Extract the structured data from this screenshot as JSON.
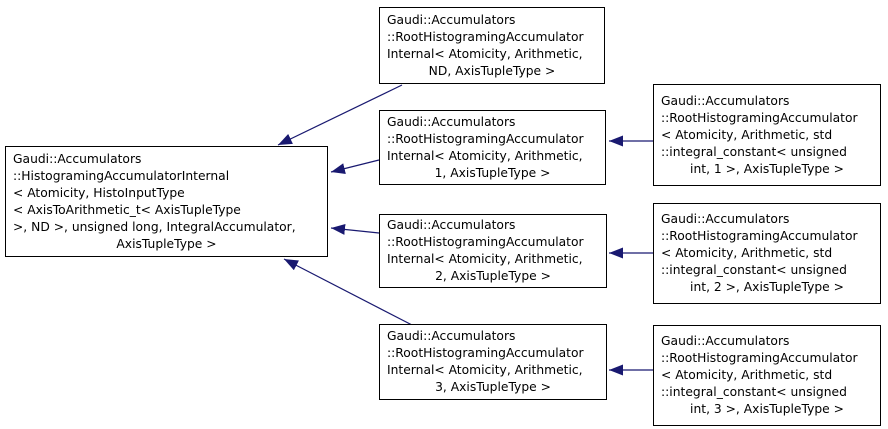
{
  "diagram": {
    "kind": "class-inheritance-graph",
    "background_color": "#ffffff",
    "node_fill_color": "#ffffff",
    "node_border_color": "#000000",
    "text_color": "#000000",
    "arrow_color": "#191970",
    "nodes": {
      "base": {
        "lines": [
          "Gaudi::Accumulators",
          "::HistogramingAccumulatorInternal",
          "< Atomicity, HistoInputType",
          "< AxisToArithmetic_t< AxisTupleType",
          " >, ND >, unsigned long, IntegralAccumulator,",
          "AxisTupleType >"
        ]
      },
      "internal_nd": {
        "lines": [
          "Gaudi::Accumulators",
          "::RootHistogramingAccumulator",
          "Internal< Atomicity, Arithmetic,",
          "ND, AxisTupleType >"
        ]
      },
      "internal_1": {
        "lines": [
          "Gaudi::Accumulators",
          "::RootHistogramingAccumulator",
          "Internal< Atomicity, Arithmetic,",
          "1, AxisTupleType >"
        ]
      },
      "internal_2": {
        "lines": [
          "Gaudi::Accumulators",
          "::RootHistogramingAccumulator",
          "Internal< Atomicity, Arithmetic,",
          "2, AxisTupleType >"
        ]
      },
      "internal_3": {
        "lines": [
          "Gaudi::Accumulators",
          "::RootHistogramingAccumulator",
          "Internal< Atomicity, Arithmetic,",
          "3, AxisTupleType >"
        ]
      },
      "root_1": {
        "lines": [
          "Gaudi::Accumulators",
          "::RootHistogramingAccumulator",
          "< Atomicity, Arithmetic, std",
          "::integral_constant< unsigned",
          "int, 1 >, AxisTupleType >"
        ]
      },
      "root_2": {
        "lines": [
          "Gaudi::Accumulators",
          "::RootHistogramingAccumulator",
          "< Atomicity, Arithmetic, std",
          "::integral_constant< unsigned",
          "int, 2 >, AxisTupleType >"
        ]
      },
      "root_3": {
        "lines": [
          "Gaudi::Accumulators",
          "::RootHistogramingAccumulator",
          "< Atomicity, Arithmetic, std",
          "::integral_constant< unsigned",
          "int, 3 >, AxisTupleType >"
        ]
      }
    },
    "edges": [
      {
        "from": "internal_nd",
        "to": "base",
        "relation": "public-inheritance"
      },
      {
        "from": "internal_1",
        "to": "base",
        "relation": "public-inheritance"
      },
      {
        "from": "internal_2",
        "to": "base",
        "relation": "public-inheritance"
      },
      {
        "from": "internal_3",
        "to": "base",
        "relation": "public-inheritance"
      },
      {
        "from": "root_1",
        "to": "internal_1",
        "relation": "public-inheritance"
      },
      {
        "from": "root_2",
        "to": "internal_2",
        "relation": "public-inheritance"
      },
      {
        "from": "root_3",
        "to": "internal_3",
        "relation": "public-inheritance"
      }
    ]
  }
}
